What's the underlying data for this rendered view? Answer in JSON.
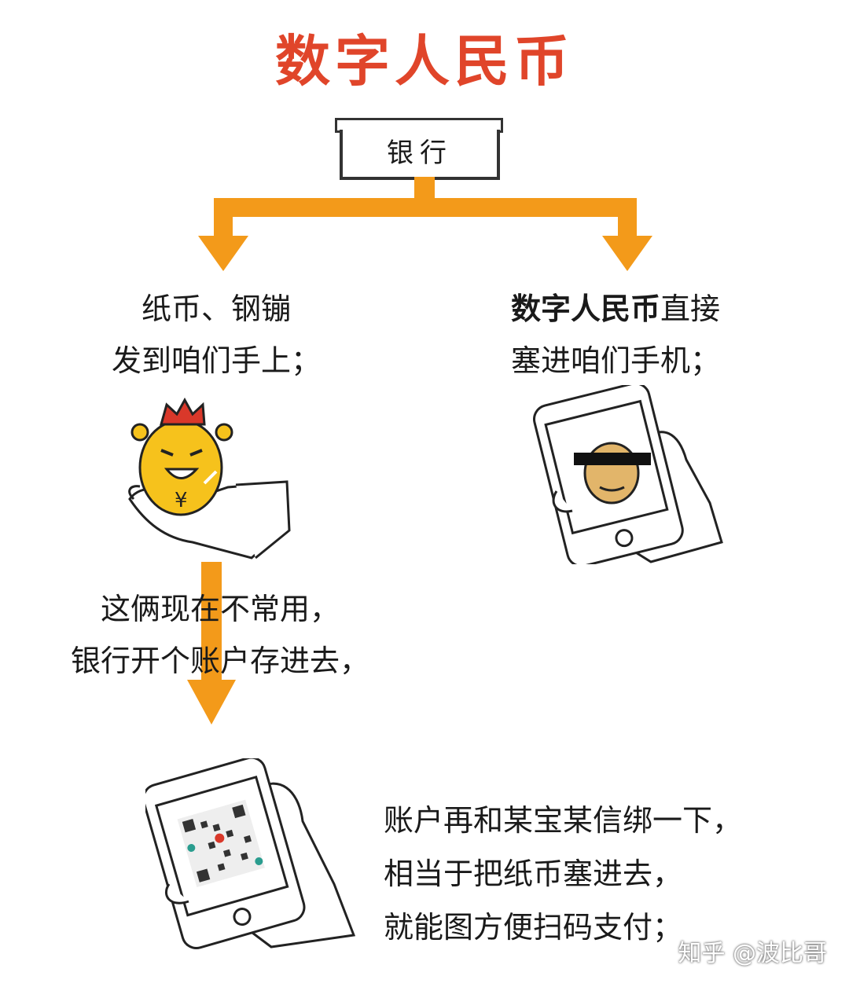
{
  "title": "数字人民币",
  "bank_label": "银行",
  "left_branch": {
    "line1": "纸币、钢镚",
    "line2": "发到咱们手上；"
  },
  "right_branch": {
    "bold": "数字人民币",
    "line1_rest": "直接",
    "line2": "塞进咱们手机；"
  },
  "middle": {
    "line1": "这俩现在不常用，",
    "line2": "银行开个账户存进去，"
  },
  "bottom": {
    "line1": "账户再和某宝某信绑一下，",
    "line2": "相当于把纸币塞进去，",
    "line3": "就能图方便扫码支付；"
  },
  "coin_symbol": "¥",
  "watermark": "知乎 @波比哥",
  "colors": {
    "title": "#e0452a",
    "arrow": "#f39a1a",
    "coin": "#f6c21c"
  }
}
